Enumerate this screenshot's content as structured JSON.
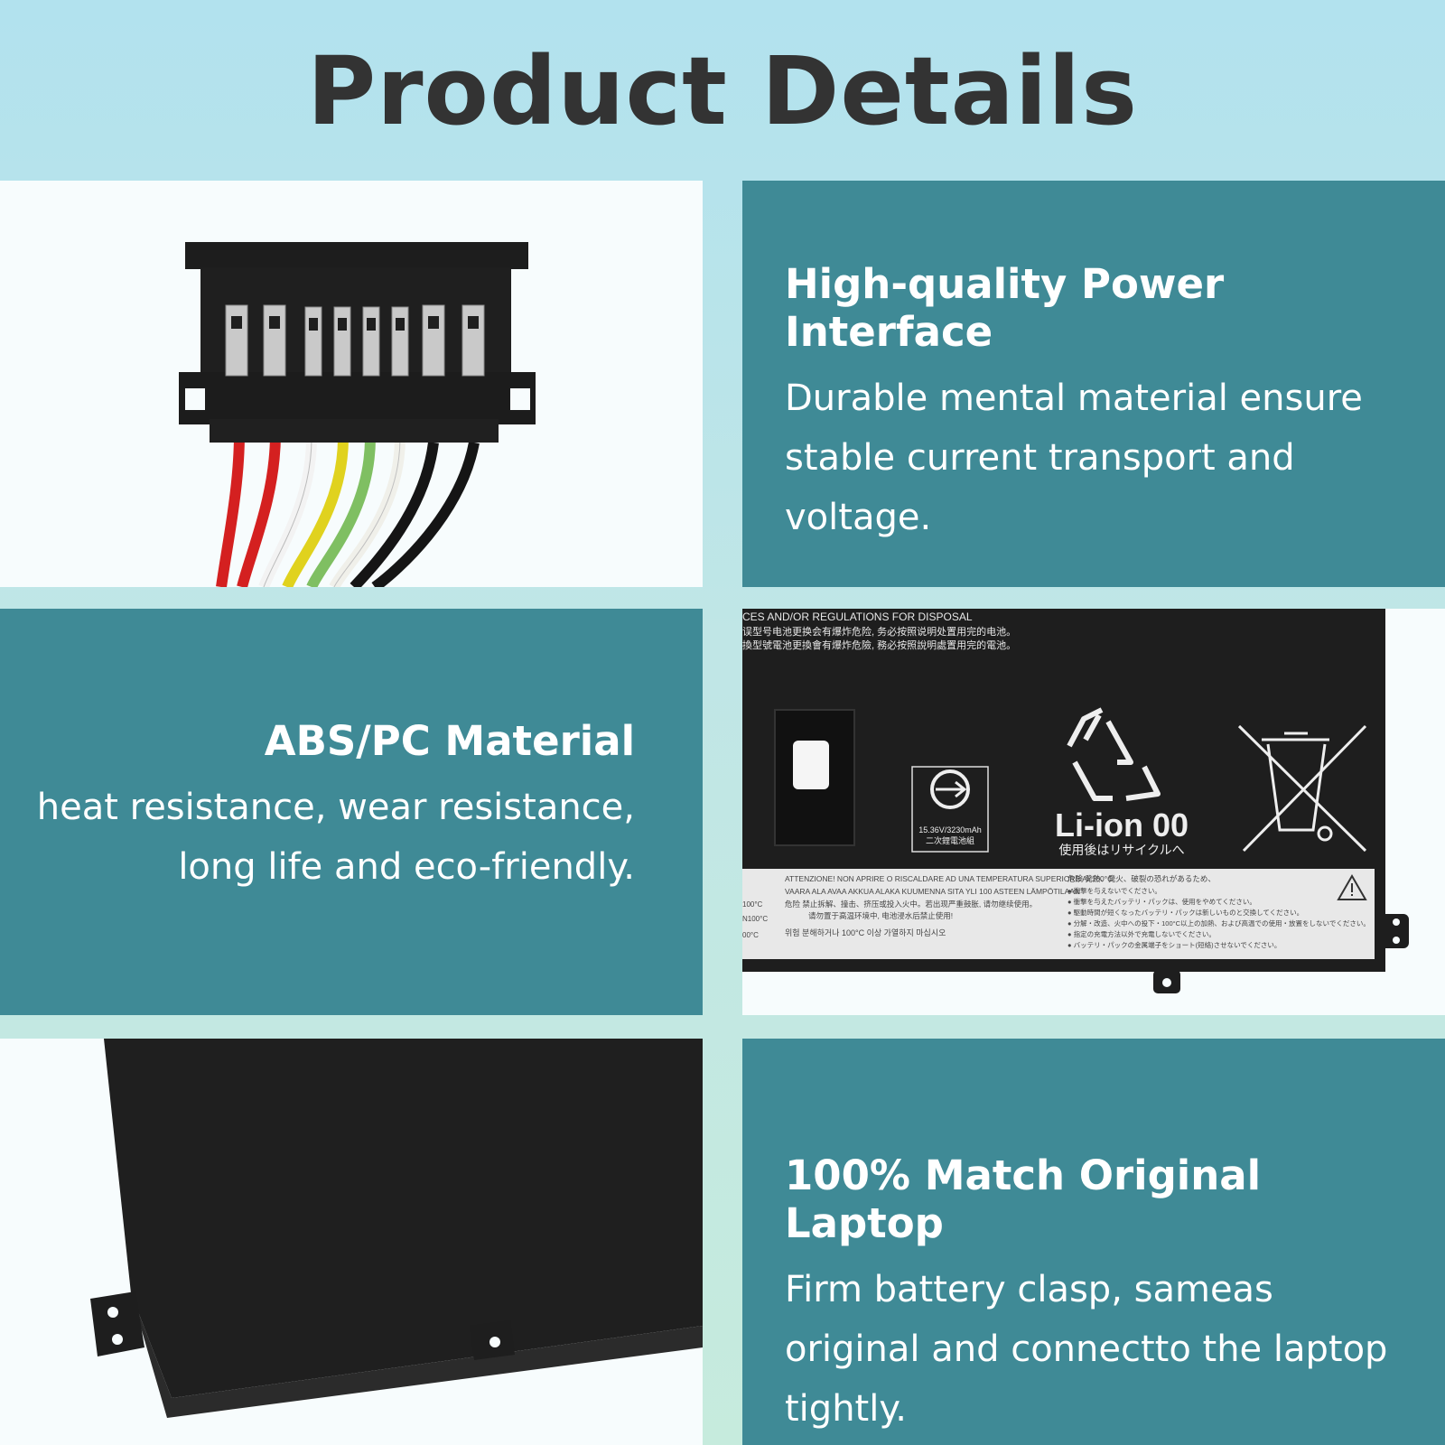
{
  "header": {
    "title": "Product Details"
  },
  "features": [
    {
      "title": "High-quality Power Interface",
      "description": "Durable mental material ensure stable current transport and voltage."
    },
    {
      "title": "ABS/PC Material",
      "description": "heat resistance, wear resistance, long life and eco-friendly."
    },
    {
      "title": "100% Match Original Laptop",
      "description": "Firm battery clasp, sameas original and connectto the laptop tightly."
    }
  ],
  "battery_label": {
    "disposal_heading": "CES AND/OR REGULATIONS FOR DISPOSAL",
    "cn_line_1": "误型号电池更换会有爆炸危险, 务必按照说明处置用完的电池。",
    "cn_line_2": "換型號電池更換會有爆炸危險, 務必按照說明處置用完的電池。",
    "rating": "15.36V/3230mAh",
    "rating_cn": "二次鋰電池組",
    "chemistry": "Li-ion 00",
    "recycle_jp": "使用後はリサイクルへ",
    "warn_it": "ATTENZIONE! NON APRIRE O RISCALDARE AD UNA TEMPERATURA SUPERIORE AI 100°C",
    "warn_fi": "VAARA ALA AVAA AKKUA ALAKA KUUMENNA SITA YLI 100 ASTEEN LÄMPÖTILAAN",
    "warn_cn": "危险 禁止拆解、撞击、挤压或投入火中。若出现严重鼓胀, 请勿继续使用。",
    "warn_cn_2": "请勿置于高温环境中, 电池浸水后禁止使用!",
    "warn_kr": "위험 분해하거나 100°C 이상 가열하지 마십시오",
    "warn_jp_title": "危険 発熱、発火、破裂の恐れがあるため、",
    "warn_jp_lines": [
      "● 衝撃を与えないでください。",
      "● 衝撃を与えたバッテリ・パックは、使用をやめてください。",
      "● 駆動時間が短くなったバッテリ・パックは新しいものと交換してください。",
      "● 分解・改造、火中への投下・100°C以上の加熱、および高温での使用・放置をしないでください。",
      "● 指定の充電方法以外で充電しないでください。",
      "● バッテリ・パックの金属端子をショート(短絡)させないでください。"
    ],
    "temp_1": "100°C",
    "temp_2": "N100°C",
    "temp_3": "00°C"
  },
  "colors": {
    "teal_panel": "#3f8a96",
    "title_text": "#333333",
    "battery_black": "#1e1e1e"
  }
}
